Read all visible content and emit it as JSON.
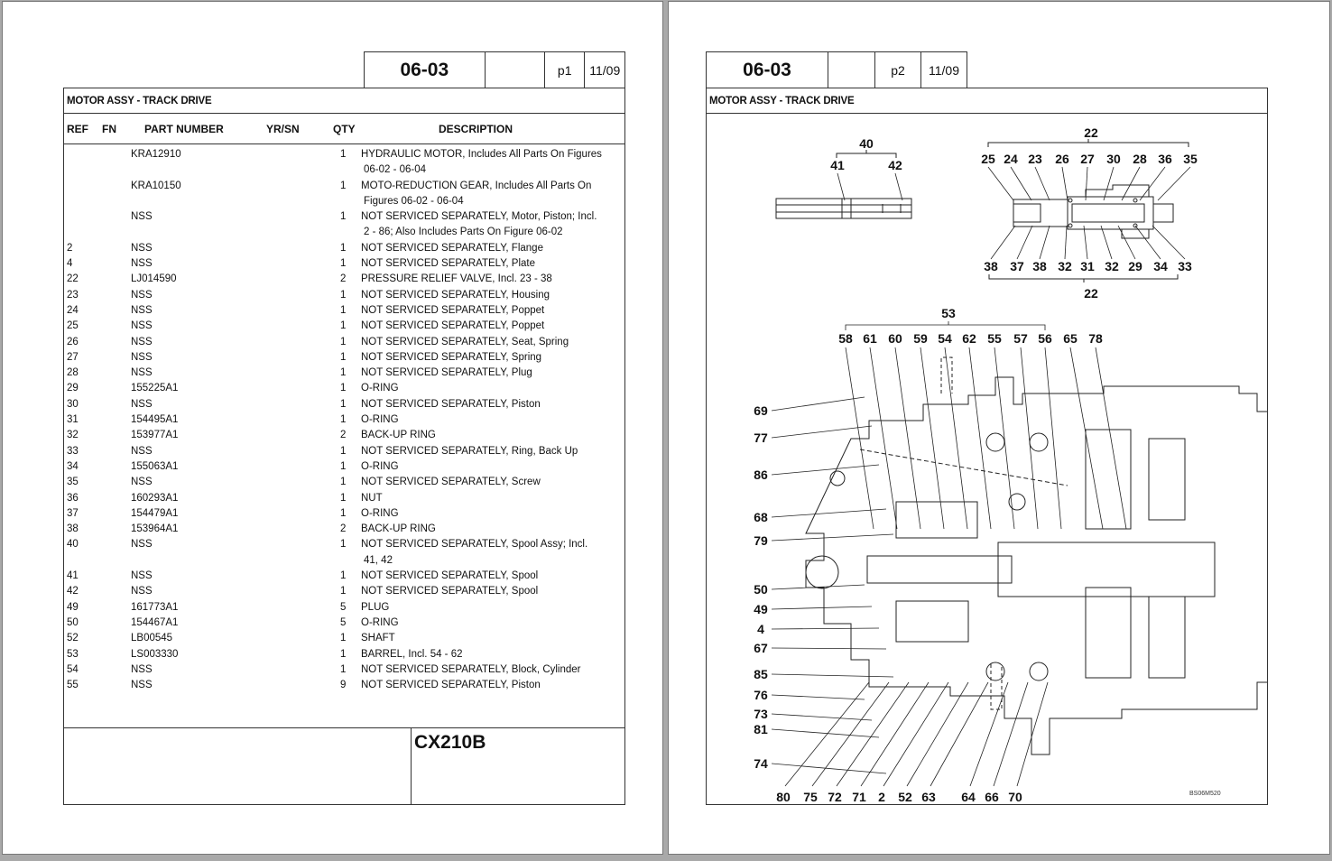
{
  "pages": [
    {
      "section": "06-03",
      "page_label": "p1",
      "date": "11/09",
      "title": "MOTOR ASSY -  TRACK DRIVE",
      "columns": {
        "ref": "REF",
        "fn": "FN",
        "part": "PART NUMBER",
        "yrsn": "YR/SN",
        "qty": "QTY",
        "desc": "DESCRIPTION"
      },
      "rows": [
        {
          "ref": "",
          "part": "KRA12910",
          "qty": "1",
          "desc": "HYDRAULIC MOTOR, Includes All Parts On Figures",
          "cont": "06-02 - 06-04"
        },
        {
          "ref": "",
          "part": "KRA10150",
          "qty": "1",
          "desc": "MOTO-REDUCTION GEAR, Includes All Parts On",
          "cont": "Figures 06-02 - 06-04"
        },
        {
          "ref": "",
          "part": "NSS",
          "qty": "1",
          "desc": "NOT SERVICED SEPARATELY, Motor, Piston; Incl.",
          "cont": "2 - 86; Also Includes Parts On Figure 06-02"
        },
        {
          "ref": "2",
          "part": "NSS",
          "qty": "1",
          "desc": "NOT SERVICED SEPARATELY, Flange"
        },
        {
          "ref": "4",
          "part": "NSS",
          "qty": "1",
          "desc": "NOT SERVICED SEPARATELY, Plate"
        },
        {
          "ref": "22",
          "part": "LJ014590",
          "qty": "2",
          "desc": "PRESSURE RELIEF VALVE, Incl. 23 - 38"
        },
        {
          "ref": "23",
          "part": "NSS",
          "qty": "1",
          "desc": "NOT SERVICED SEPARATELY, Housing"
        },
        {
          "ref": "24",
          "part": "NSS",
          "qty": "1",
          "desc": "NOT SERVICED SEPARATELY, Poppet"
        },
        {
          "ref": "25",
          "part": "NSS",
          "qty": "1",
          "desc": "NOT SERVICED SEPARATELY, Poppet"
        },
        {
          "ref": "26",
          "part": "NSS",
          "qty": "1",
          "desc": "NOT SERVICED SEPARATELY, Seat, Spring"
        },
        {
          "ref": "27",
          "part": "NSS",
          "qty": "1",
          "desc": "NOT SERVICED SEPARATELY, Spring"
        },
        {
          "ref": "28",
          "part": "NSS",
          "qty": "1",
          "desc": "NOT SERVICED SEPARATELY, Plug"
        },
        {
          "ref": "29",
          "part": "155225A1",
          "qty": "1",
          "desc": "O-RING"
        },
        {
          "ref": "30",
          "part": "NSS",
          "qty": "1",
          "desc": "NOT SERVICED SEPARATELY, Piston"
        },
        {
          "ref": "31",
          "part": "154495A1",
          "qty": "1",
          "desc": "O-RING"
        },
        {
          "ref": "32",
          "part": "153977A1",
          "qty": "2",
          "desc": "BACK-UP RING"
        },
        {
          "ref": "33",
          "part": "NSS",
          "qty": "1",
          "desc": "NOT SERVICED SEPARATELY, Ring, Back Up"
        },
        {
          "ref": "34",
          "part": "155063A1",
          "qty": "1",
          "desc": "O-RING"
        },
        {
          "ref": "35",
          "part": "NSS",
          "qty": "1",
          "desc": "NOT SERVICED SEPARATELY, Screw"
        },
        {
          "ref": "36",
          "part": "160293A1",
          "qty": "1",
          "desc": "NUT"
        },
        {
          "ref": "37",
          "part": "154479A1",
          "qty": "1",
          "desc": "O-RING"
        },
        {
          "ref": "38",
          "part": "153964A1",
          "qty": "2",
          "desc": "BACK-UP RING"
        },
        {
          "ref": "40",
          "part": "NSS",
          "qty": "1",
          "desc": "NOT SERVICED SEPARATELY, Spool Assy;  Incl.",
          "cont": "41, 42"
        },
        {
          "ref": "41",
          "part": "NSS",
          "qty": "1",
          "desc": "NOT SERVICED SEPARATELY, Spool"
        },
        {
          "ref": "42",
          "part": "NSS",
          "qty": "1",
          "desc": "NOT SERVICED SEPARATELY, Spool"
        },
        {
          "ref": "49",
          "part": "161773A1",
          "qty": "5",
          "desc": "PLUG"
        },
        {
          "ref": "50",
          "part": "154467A1",
          "qty": "5",
          "desc": "O-RING"
        },
        {
          "ref": "52",
          "part": "LB00545",
          "qty": "1",
          "desc": "SHAFT"
        },
        {
          "ref": "53",
          "part": "LS003330",
          "qty": "1",
          "desc": "BARREL, Incl. 54 - 62"
        },
        {
          "ref": "54",
          "part": "NSS",
          "qty": "1",
          "desc": "NOT SERVICED SEPARATELY, Block, Cylinder"
        },
        {
          "ref": "55",
          "part": "NSS",
          "qty": "9",
          "desc": "NOT SERVICED SEPARATELY, Piston"
        }
      ],
      "model": "CX210B"
    },
    {
      "section": "06-03",
      "page_label": "p2",
      "date": "11/09",
      "title": "MOTOR ASSY -  TRACK DRIVE",
      "figure_code": "BS06M520",
      "callouts": {
        "spool_group": "40",
        "spool_parts": [
          "41",
          "42"
        ],
        "valve_group": "22",
        "valve_top": [
          "25",
          "24",
          "23",
          "26",
          "27",
          "30",
          "28",
          "36",
          "35"
        ],
        "valve_bottom": [
          "38",
          "37",
          "38",
          "32",
          "31",
          "32",
          "29",
          "34",
          "33"
        ],
        "barrel_group": "53",
        "barrel_top": [
          "58",
          "61",
          "60",
          "59",
          "54",
          "62",
          "55",
          "57",
          "56",
          "65",
          "78"
        ],
        "left_side": [
          "69",
          "77",
          "86",
          "68",
          "79",
          "50",
          "49",
          "4",
          "67",
          "85",
          "76",
          "73",
          "81",
          "74"
        ],
        "bottom": [
          "80",
          "75",
          "72",
          "71",
          "2",
          "52",
          "63",
          "64",
          "66",
          "70"
        ]
      }
    }
  ]
}
